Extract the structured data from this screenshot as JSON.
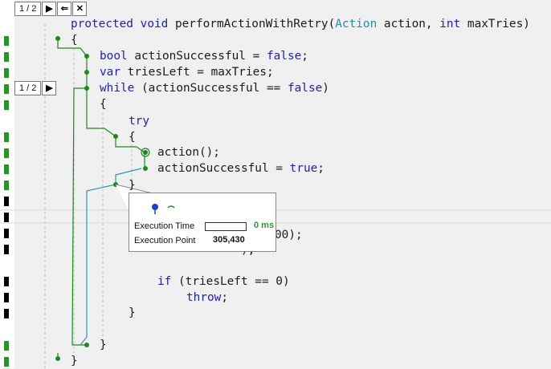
{
  "navigators": [
    {
      "counter": "1 / 2",
      "buttons": [
        "▶",
        "⇐",
        "✕"
      ]
    },
    {
      "counter": "1 / 2",
      "buttons": [
        "▶"
      ]
    }
  ],
  "code": {
    "l0": {
      "kw1": "protected",
      "kw2": "void",
      "name": "performActionWithRetry(",
      "type": "Action",
      "p1": "action,",
      "kw3": "int",
      "p2": "maxTries)"
    },
    "l1": "{",
    "l2": {
      "kw": "bool",
      "rest": "actionSuccessful =",
      "val": "false",
      "end": ";"
    },
    "l3": {
      "kw": "var",
      "rest": "triesLeft = maxTries;"
    },
    "l4": {
      "kw": "while",
      "rest": "(actionSuccessful ==",
      "val": "false",
      "end": ")"
    },
    "l5": "{",
    "l6": {
      "kw": "try"
    },
    "l7": "{",
    "l8": "action();",
    "l9": {
      "rest": "actionSuccessful =",
      "val": "true",
      "end": ";"
    },
    "l10": "}",
    "l13": "00);",
    "l14": ");",
    "l16": {
      "kw": "if",
      "rest": "(triesLeft == 0)"
    },
    "l17": {
      "kw": "throw",
      "end": ";"
    },
    "l18": "}",
    "l20": "}",
    "l22": "}"
  },
  "tooltip": {
    "execution_time_label": "Execution Time",
    "execution_time_value": "0 ms",
    "execution_point_label": "Execution Point",
    "execution_point_value": "305,430"
  },
  "colors": {
    "keyword": "#1e1ec8",
    "type": "#2b8aa5",
    "flow_green": "#1e8a1e",
    "flow_teal": "#2a9aa8",
    "marker_green": "#1e9a1e",
    "marker_black": "#000000"
  }
}
